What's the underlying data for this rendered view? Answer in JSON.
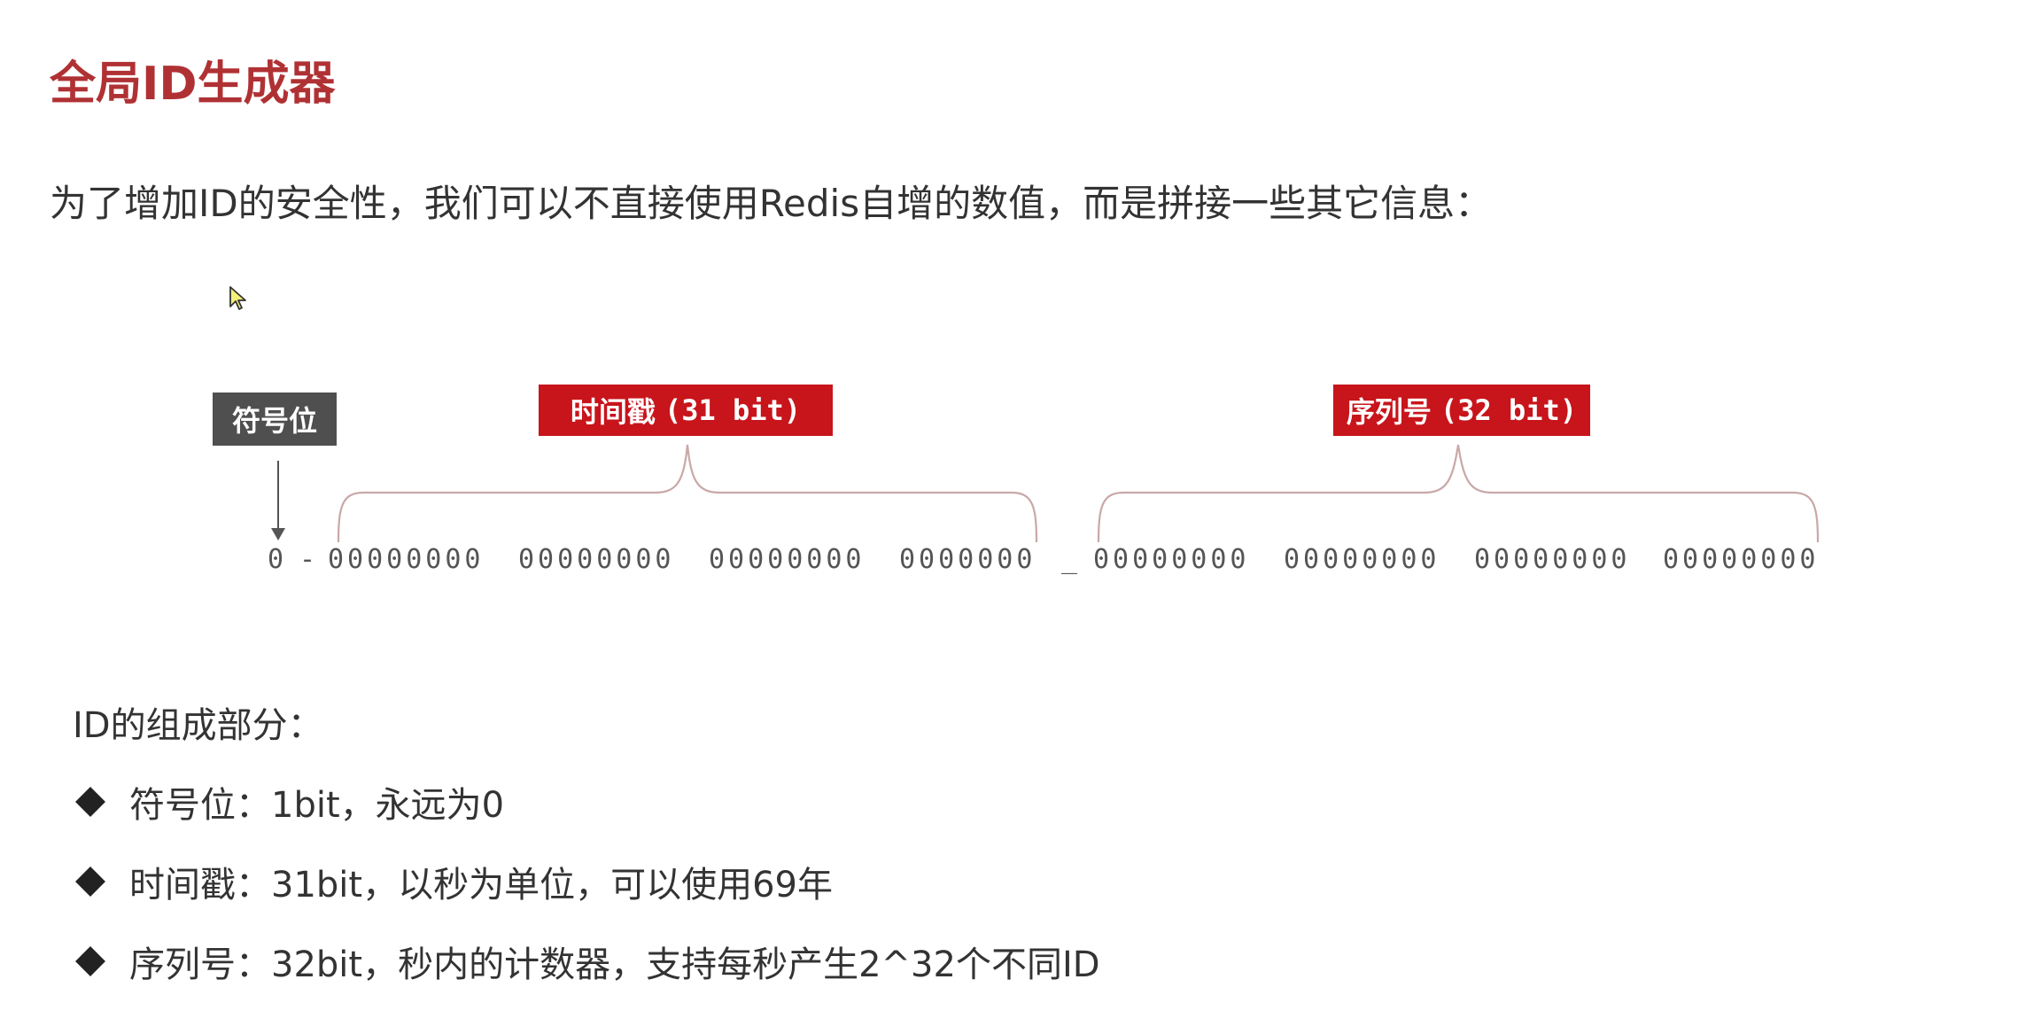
{
  "title": "全局ID生成器",
  "intro": "为了增加ID的安全性，我们可以不直接使用Redis自增的数值，而是拼接一些其它信息：",
  "diagram": {
    "sign_label": "符号位",
    "timestamp_label_cn": "时间戳",
    "timestamp_label_bits": "(31 bit)",
    "sequence_label_cn": "序列号",
    "sequence_label_bits": "(32 bit)",
    "sign_bit": "0",
    "sep1": "-",
    "ts_groups": [
      "00000000",
      "00000000",
      "00000000",
      "0000000"
    ],
    "sep2": "_",
    "seq_groups": [
      "00000000",
      "00000000",
      "00000000",
      "00000000"
    ]
  },
  "composition": {
    "heading": "ID的组成部分：",
    "items": [
      "符号位：1bit，永远为0",
      "时间戳：31bit，以秒为单位，可以使用69年",
      "序列号：32bit，秒内的计数器，支持每秒产生2^32个不同ID"
    ]
  },
  "colors": {
    "title": "#b03134",
    "label_red": "#c8141b",
    "label_gray": "#4f4f4f",
    "brace": "#c9a8a8"
  }
}
